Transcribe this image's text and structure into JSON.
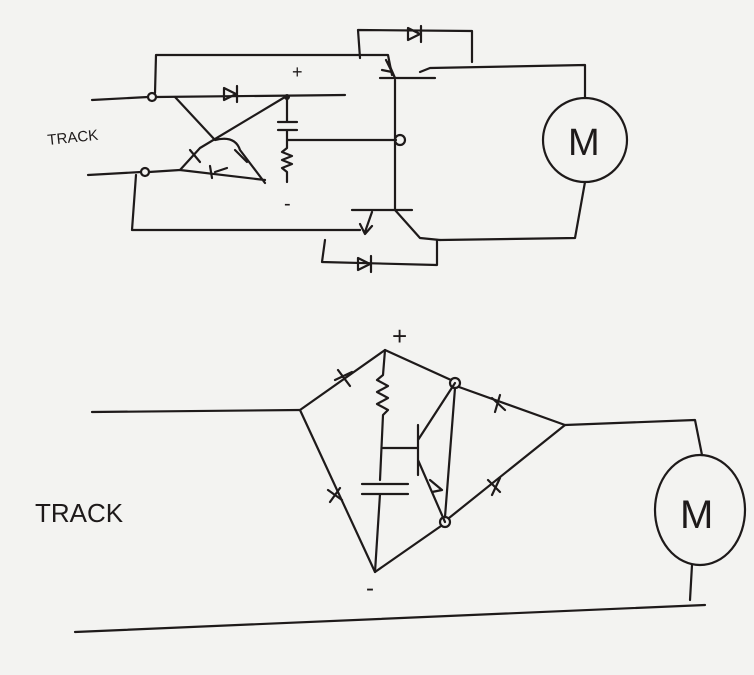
{
  "top_circuit": {
    "track_label": "TRACK",
    "motor_label": "M",
    "plus_label": "+",
    "minus_label": "-"
  },
  "bottom_circuit": {
    "track_label": "TRACK",
    "motor_label": "M",
    "plus_label": "+",
    "minus_label": "-"
  },
  "ink_color": "#1e1a1a",
  "paper_color": "#f3f3f1"
}
